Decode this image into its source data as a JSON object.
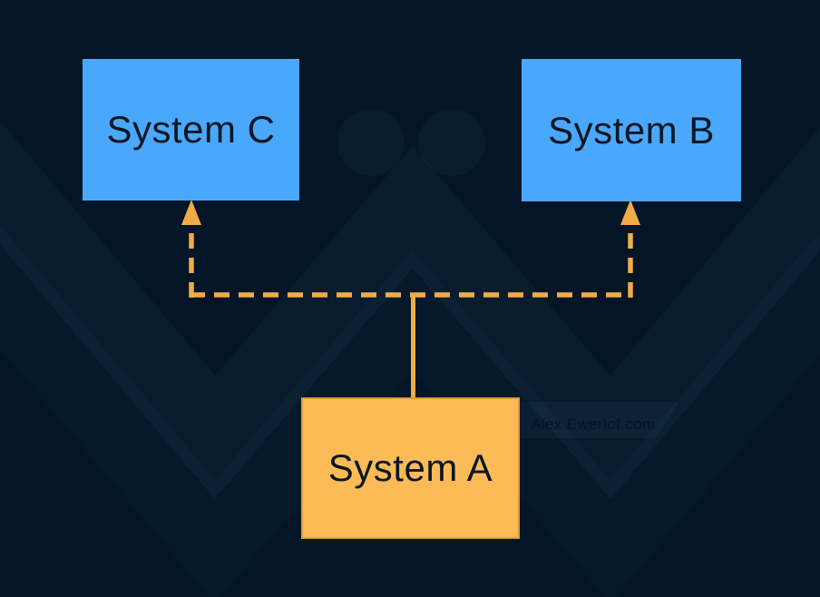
{
  "colors": {
    "bg": "#031526",
    "node-blue": "#4aa8fc",
    "node-orange": "#fdbb58",
    "connector": "#f2ab49",
    "node-text": "#0b1724",
    "watermark-text": "#061322"
  },
  "diagram": {
    "nodes": [
      {
        "id": "system-c",
        "label": "System C",
        "color": "blue"
      },
      {
        "id": "system-b",
        "label": "System B",
        "color": "blue"
      },
      {
        "id": "system-a",
        "label": "System A",
        "color": "orange"
      }
    ],
    "edges": [
      {
        "from": "system-a",
        "to": "system-c",
        "style": "dashed",
        "arrow": "up"
      },
      {
        "from": "system-a",
        "to": "system-b",
        "style": "dashed",
        "arrow": "up"
      }
    ],
    "watermark": "Alex Ewerlof.com"
  }
}
